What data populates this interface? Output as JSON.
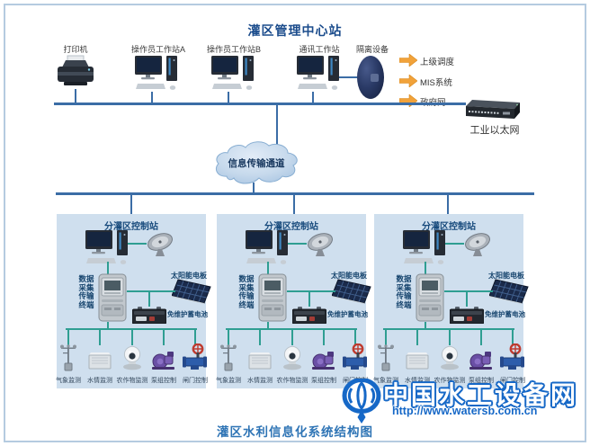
{
  "header": {
    "title": "灌区管理中心站"
  },
  "top": {
    "devices": [
      {
        "id": "printer",
        "label": "打印机",
        "icon": "printer-icon"
      },
      {
        "id": "workstation-a",
        "label": "操作员工作站A",
        "icon": "workstation-icon"
      },
      {
        "id": "workstation-b",
        "label": "操作员工作站B",
        "icon": "workstation-icon"
      },
      {
        "id": "comm-workstation",
        "label": "通讯工作站",
        "icon": "workstation-icon"
      },
      {
        "id": "isolation-device",
        "label": "隔离设备",
        "icon": "isolation-device-icon"
      }
    ],
    "external_links": [
      {
        "label": "上级调度",
        "icon": "arrow-right-icon"
      },
      {
        "label": "MIS系统",
        "icon": "arrow-right-icon"
      },
      {
        "label": "政府网",
        "icon": "arrow-right-icon"
      }
    ],
    "ethernet": {
      "label": "工业以太网",
      "icon": "network-switch-icon"
    }
  },
  "cloud": {
    "label": "信息传输通道"
  },
  "substations": [
    {
      "title": "分灌区控制站",
      "terminal_label_lines": [
        "数据",
        "采集",
        "传输",
        "终端"
      ],
      "solar_label": "太阳能电板",
      "battery_label": "免维护蓄电池",
      "sensors": [
        {
          "icon": "weather-station-icon",
          "label": "气象监测"
        },
        {
          "icon": "water-monitor-icon",
          "label": "水情监测"
        },
        {
          "icon": "dome-camera-icon",
          "label": "农作物监测"
        },
        {
          "icon": "pump-icon",
          "label": "泵组控制"
        },
        {
          "icon": "valve-icon",
          "label": "闸门控制"
        }
      ]
    },
    {
      "title": "分灌区控制站",
      "terminal_label_lines": [
        "数据",
        "采集",
        "传输",
        "终端"
      ],
      "solar_label": "太阳能电板",
      "battery_label": "免维护蓄电池",
      "sensors": [
        {
          "icon": "weather-station-icon",
          "label": "气象监测"
        },
        {
          "icon": "water-monitor-icon",
          "label": "水情监测"
        },
        {
          "icon": "dome-camera-icon",
          "label": "农作物监测"
        },
        {
          "icon": "pump-icon",
          "label": "泵组控制"
        },
        {
          "icon": "valve-icon",
          "label": "闸门控制"
        }
      ]
    },
    {
      "title": "分灌区控制站",
      "terminal_label_lines": [
        "数据",
        "采集",
        "传输",
        "终端"
      ],
      "solar_label": "太阳能电板",
      "battery_label": "免维护蓄电池",
      "sensors": [
        {
          "icon": "weather-station-icon",
          "label": "气象监测"
        },
        {
          "icon": "water-monitor-icon",
          "label": "水情监测"
        },
        {
          "icon": "dome-camera-icon",
          "label": "农作物监测"
        },
        {
          "icon": "pump-icon",
          "label": "泵组控制"
        },
        {
          "icon": "valve-icon",
          "label": "闸门控制"
        }
      ]
    }
  ],
  "footer": {
    "title": "灌区水利信息化系统结构图"
  },
  "watermark": {
    "name": "中国水工设备网",
    "url": "http://www.watersb.com.cn"
  },
  "colors": {
    "bus_blue": "#3b6da6",
    "teal_line": "#2f9e92",
    "station_bg": "#cfdfee",
    "header_blue": "#1b4c8c",
    "title_blue": "#2e74b5",
    "arrow_orange": "#f1a23a",
    "watermark_blue": "#1668c7",
    "frame_blue": "#b5cbe0"
  }
}
